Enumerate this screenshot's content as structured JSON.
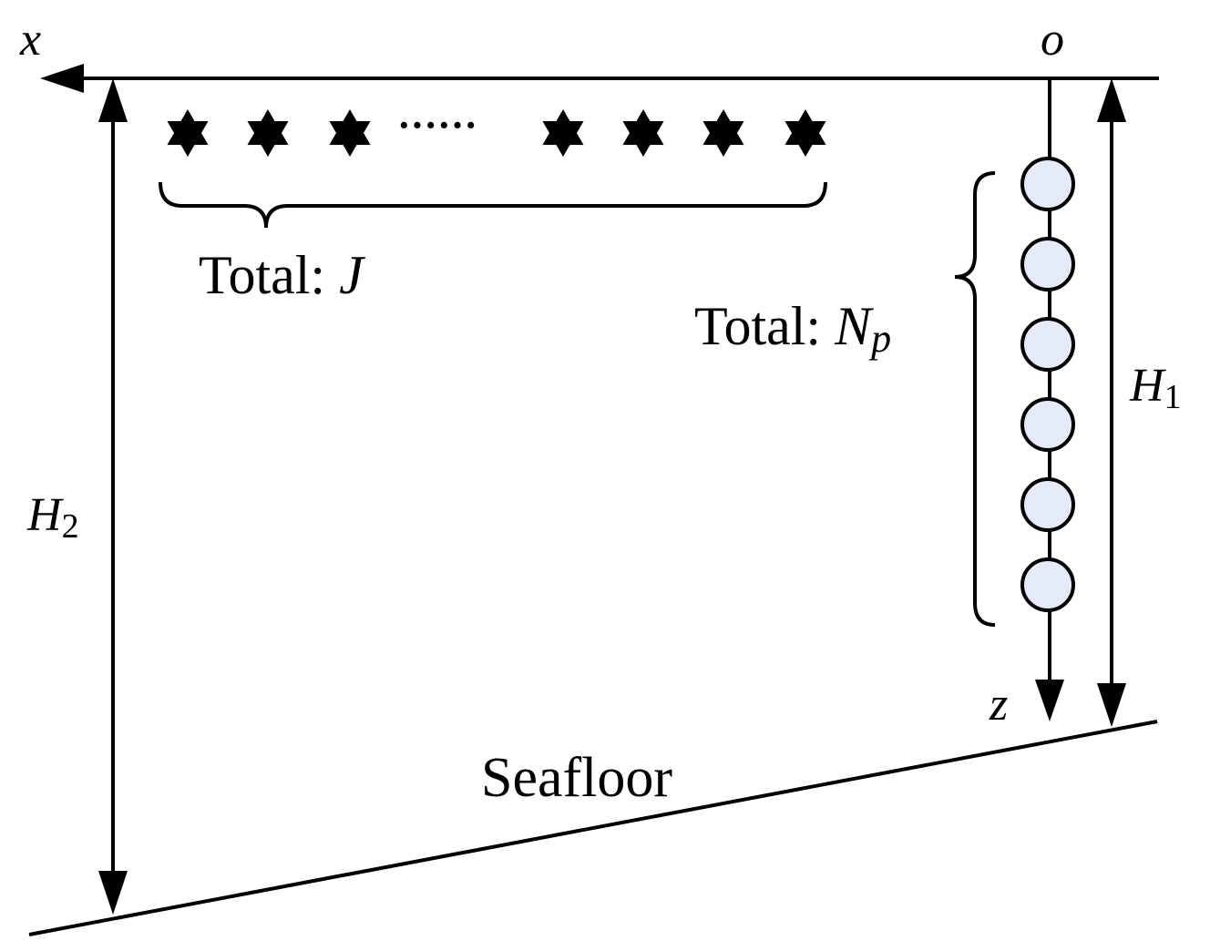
{
  "axes": {
    "x_label": "x",
    "origin_label": "o",
    "z_label": "z"
  },
  "sources": {
    "total_prefix": "Total: ",
    "total_symbol": "J",
    "visible_count_left": 3,
    "visible_count_right": 4,
    "ellipsis": "······"
  },
  "array": {
    "total_prefix": "Total: ",
    "total_symbol": "N",
    "total_subscript": "p",
    "element_count": 6
  },
  "depths": {
    "h1_symbol": "H",
    "h1_subscript": "1",
    "h2_symbol": "H",
    "h2_subscript": "2"
  },
  "seafloor_label": "Seafloor",
  "colors": {
    "line": "#000000",
    "sensor_fill": "#e4ebf6",
    "source_fill": "#000000"
  }
}
